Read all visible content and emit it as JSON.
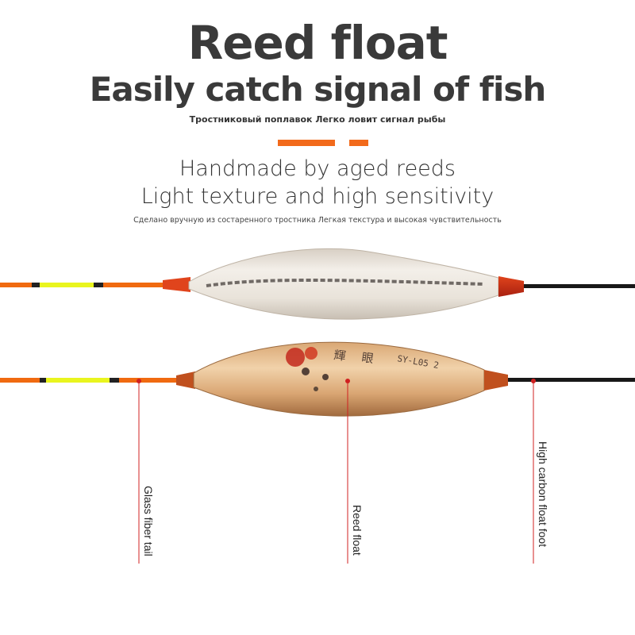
{
  "headline": {
    "title": "Reed float",
    "subtitle": "Easily catch signal of fish",
    "subtitle_ru": "Тростниковый поплавок Легко ловит сигнал рыбы"
  },
  "features": {
    "line1": "Handmade by aged reeds",
    "line2": "Light texture and high sensitivity",
    "line_ru": "Сделано вручную из состаренного тростника Легкая текстура и высокая чувствительность"
  },
  "callouts": {
    "tail": "Glass fiber tail",
    "body": "Reed float",
    "foot": "High carbon float foot"
  },
  "float_marking": "SY-L05 2",
  "colors": {
    "text": "#3a3a3a",
    "accent": "#f26a1b",
    "tail_orange": "#f06a10",
    "tail_yellow": "#e9f51e",
    "leader": "#d02020"
  }
}
